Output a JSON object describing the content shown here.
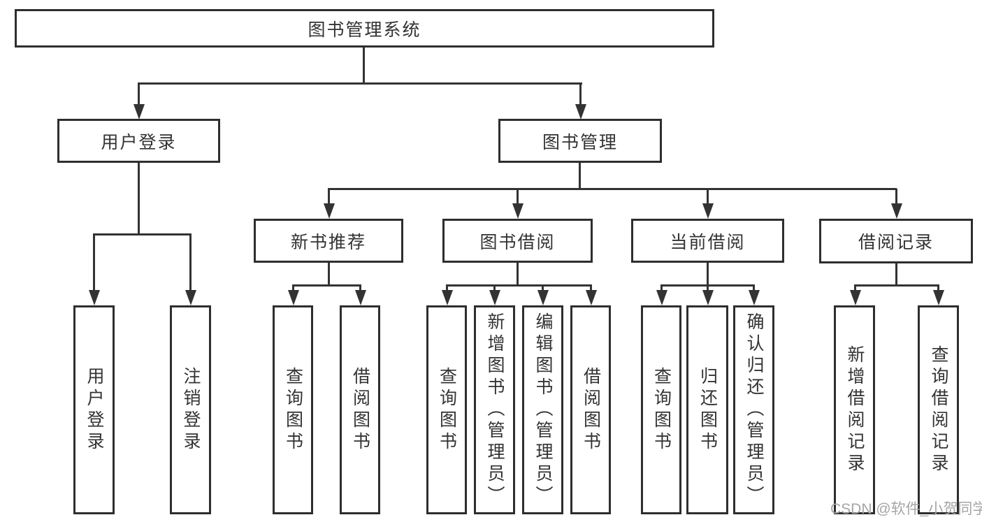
{
  "diagram": {
    "type": "hierarchy-flowchart",
    "watermark": "CSDN @软件_小贺同学",
    "colors": {
      "background": "#ffffff",
      "box_border": "#2e2e2e",
      "line": "#333333",
      "text": "#333333",
      "watermark_text": "#a6a6a6"
    },
    "tree": {
      "label": "图书管理系统",
      "children": [
        {
          "label": "用户登录",
          "children": [
            {
              "label": "用户登录"
            },
            {
              "label": "注销登录"
            }
          ]
        },
        {
          "label": "图书管理",
          "children": [
            {
              "label": "新书推荐",
              "children": [
                {
                  "label": "查询图书"
                },
                {
                  "label": "借阅图书"
                }
              ]
            },
            {
              "label": "图书借阅",
              "children": [
                {
                  "label": "查询图书"
                },
                {
                  "label": "新增图书（管理员）"
                },
                {
                  "label": "编辑图书（管理员）"
                },
                {
                  "label": "借阅图书"
                }
              ]
            },
            {
              "label": "当前借阅",
              "children": [
                {
                  "label": "查询图书"
                },
                {
                  "label": "归还图书"
                },
                {
                  "label": "确认归还（管理员）"
                }
              ]
            },
            {
              "label": "借阅记录",
              "children": [
                {
                  "label": "新增借阅记录"
                },
                {
                  "label": "查询借阅记录"
                }
              ]
            }
          ]
        }
      ]
    }
  }
}
